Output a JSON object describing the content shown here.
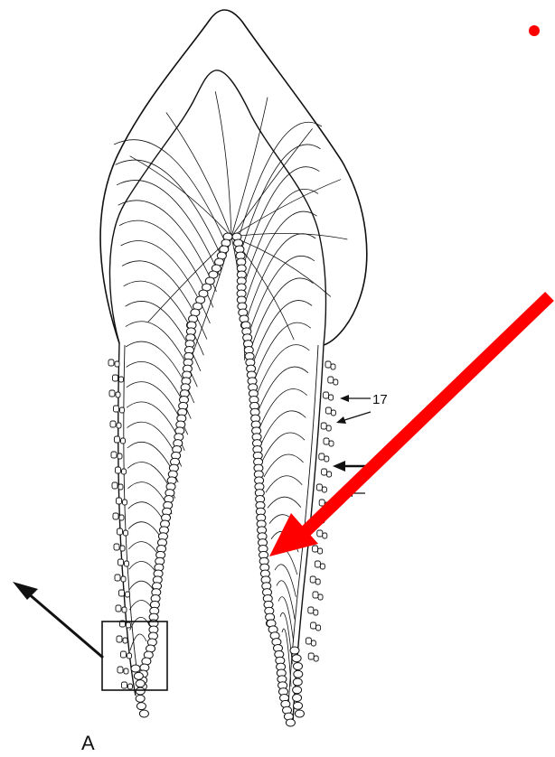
{
  "labels": {
    "figure_letter": "A",
    "cell_number": "17"
  },
  "colors": {
    "background": "#ffffff",
    "line": "#111111",
    "pointer_arrow": "#ff0000",
    "bullet": "#ff0000"
  },
  "icons": {
    "bullet": "red-dot",
    "pointer": "red-arrow",
    "callout": "black-arrow"
  }
}
